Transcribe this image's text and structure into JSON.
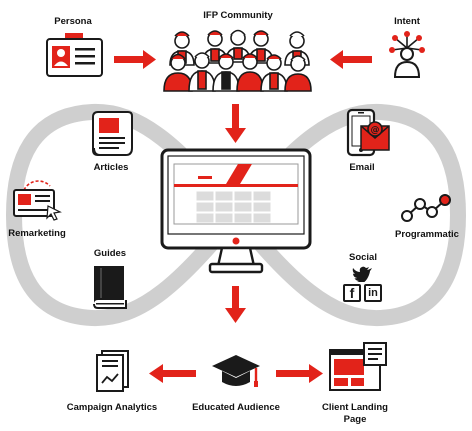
{
  "nodes": {
    "persona": "Persona",
    "ifp_community": "IFP Community",
    "intent": "Intent",
    "articles": "Articles",
    "email": "Email",
    "remarketing": "Remarketing",
    "programmatic": "Programmatic",
    "guides": "Guides",
    "social": "Social",
    "campaign_analytics": "Campaign Analytics",
    "educated_audience": "Educated Audience",
    "client_landing_page_line1": "Client Landing",
    "client_landing_page_line2": "Page"
  },
  "icons": {
    "persona": "id-badge-icon",
    "community": "people-group-icon",
    "intent": "network-person-icon",
    "articles": "scroll-document-icon",
    "email": "phone-email-icon",
    "remarketing": "ad-click-icon",
    "programmatic": "graph-nodes-icon",
    "guides": "book-icon",
    "social": "twitter-facebook-linkedin-icon",
    "analytics": "report-document-icon",
    "audience": "graduation-cap-icon",
    "landing": "browser-window-icon",
    "center": "desktop-monitor-icon"
  },
  "social_glyphs": {
    "facebook": "f",
    "linkedin": "in"
  },
  "colors": {
    "accent": "#e2231a",
    "loop": "#cfcfcf",
    "ink": "#1a1a1a"
  }
}
